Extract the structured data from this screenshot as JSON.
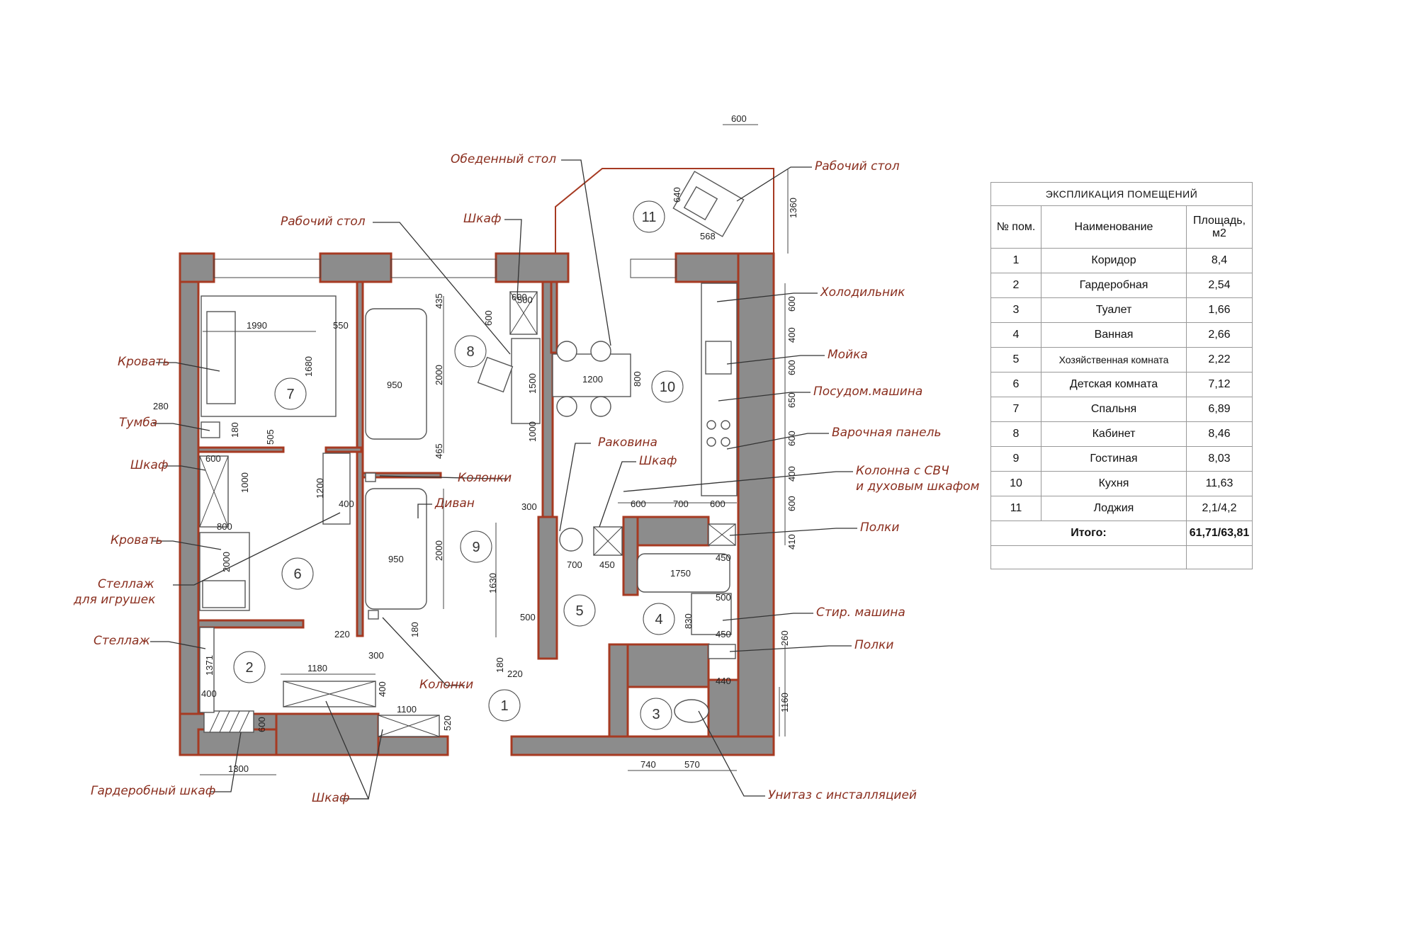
{
  "table": {
    "title": "ЭКСПЛИКАЦИЯ ПОМЕЩЕНИЙ",
    "headers": [
      "№ пом.",
      "Наименование",
      "Площадь, м2"
    ],
    "rows": [
      [
        "1",
        "Коридор",
        "8,4"
      ],
      [
        "2",
        "Гардеробная",
        "2,54"
      ],
      [
        "3",
        "Туалет",
        "1,66"
      ],
      [
        "4",
        "Ванная",
        "2,66"
      ],
      [
        "5",
        "Хозяйственная комната",
        "2,22"
      ],
      [
        "6",
        "Детская комната",
        "7,12"
      ],
      [
        "7",
        "Спальня",
        "6,89"
      ],
      [
        "8",
        "Кабинет",
        "8,46"
      ],
      [
        "9",
        "Гостиная",
        "8,03"
      ],
      [
        "10",
        "Кухня",
        "11,63"
      ],
      [
        "11",
        "Лоджия",
        "2,1/4,2"
      ]
    ],
    "total_label": "Итого:",
    "total_value": "61,71/63,81"
  },
  "callouts": {
    "obedennyi_stol": "Обеденный стол",
    "rabochii_stol_loggia": "Рабочий стол",
    "rabochii_stol_office": "Рабочий стол",
    "shkaf_top": "Шкаф",
    "holodilnik": "Холодильник",
    "moika": "Мойка",
    "posudom": "Посудом.машина",
    "varochnaya": "Варочная панель",
    "kolonna_1": "Колонна с СВЧ",
    "kolonna_2": "и духовым шкафом",
    "polki_1": "Полки",
    "stir_mashina": "Стир. машина",
    "polki_2": "Полки",
    "unitaz": "Унитаз с инсталляцией",
    "shkaf_bottom": "Шкаф",
    "garderobnyi_shkaf": "Гардеробный шкаф",
    "stellazh": "Стеллаж",
    "stellazh_toys_1": "Стеллаж",
    "stellazh_toys_2": "для игрушек",
    "krovat_child": "Кровать",
    "shkaf_child": "Шкаф",
    "tumba": "Тумба",
    "krovat_bed": "Кровать",
    "kolonki_top": "Колонки",
    "divan": "Диван",
    "rakovina": "Раковина",
    "shkaf_mid": "Шкаф",
    "kolonki_bottom": "Колонки"
  },
  "room_numbers": [
    "1",
    "2",
    "3",
    "4",
    "5",
    "6",
    "7",
    "8",
    "9",
    "10",
    "11"
  ],
  "dimensions": {
    "d600_top": "600",
    "d640": "640",
    "d568": "568",
    "d1360": "1360",
    "d1990": "1990",
    "d550": "550",
    "d1680": "1680",
    "d280": "280",
    "d180": "180",
    "d505": "505",
    "d435": "435",
    "d2000a": "2000",
    "d950a": "950",
    "d465": "465",
    "d600_shelf": "600",
    "d500": "500",
    "d600b": "600",
    "d1500": "1500",
    "d1000": "1000",
    "d1200a": "1200",
    "d800a": "800",
    "d600_k1": "600",
    "d400_k": "400",
    "d600_k2": "600",
    "d650": "650",
    "d600_k3": "600",
    "d400_k2": "400",
    "d600_k4": "600",
    "d410": "410",
    "d600_cab": "600",
    "d1000b": "1000",
    "d800_bed": "800",
    "d2000_bed": "2000",
    "d1200_rack": "1200",
    "d400_rack": "400",
    "d300_top": "300",
    "d2000b": "2000",
    "d950b": "950",
    "d1630": "1630",
    "d600_c": "600",
    "d700_c": "700",
    "d600_c2": "600",
    "d700": "700",
    "d450a": "450",
    "d1750": "1750",
    "d450b": "450",
    "d500b": "500",
    "d450c": "450",
    "d830": "830",
    "d500_u": "500",
    "d180b": "180",
    "d220a": "220",
    "d180c": "180",
    "d220b": "220",
    "d1371": "1371",
    "d400w": "400",
    "d600w": "600",
    "d1300": "1300",
    "d1180": "1180",
    "d300b": "300",
    "d400b": "400",
    "d1100": "1100",
    "d520": "520",
    "d260": "260",
    "d440": "440",
    "d1160": "1160",
    "d740": "740",
    "d570": "570"
  },
  "colors": {
    "wall": "#8c8c8c",
    "outline": "#a63a22",
    "callout": "#8a2e1e"
  }
}
